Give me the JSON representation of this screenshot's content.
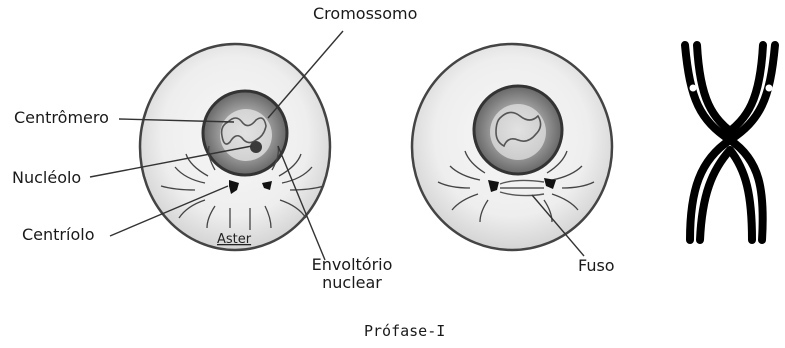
{
  "labels": {
    "cromossomo": "Cromossomo",
    "centromero": "Centrômero",
    "nucleolo": "Nucléolo",
    "centriolo": "Centríolo",
    "aster": "Aster",
    "envoltorio_line1": "Envoltório",
    "envoltorio_line2": "nuclear",
    "fuso": "Fuso",
    "caption": "Prófase-I"
  }
}
